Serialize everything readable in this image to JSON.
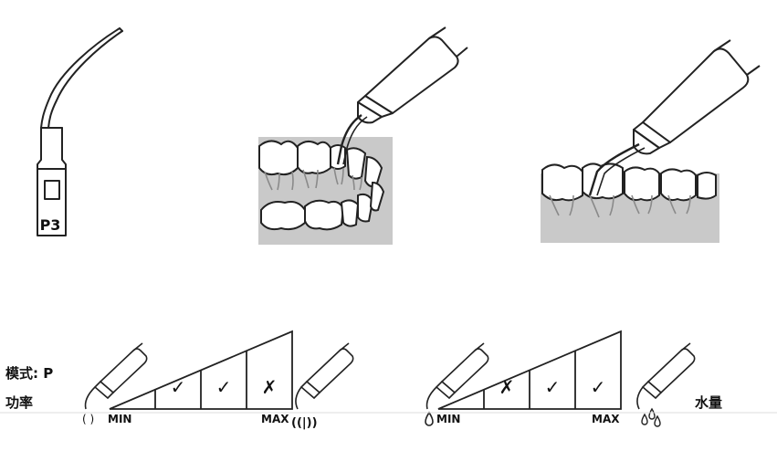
{
  "tip": {
    "code": "P3"
  },
  "power": {
    "mode_label": "模式: P",
    "label": "功率",
    "min": "MIN",
    "max": "MAX",
    "levels": [
      "✓",
      "✓",
      "✗"
    ]
  },
  "water": {
    "label": "水量",
    "min": "MIN",
    "max": "MAX",
    "levels": [
      "✗",
      "✓",
      "✓"
    ]
  }
}
